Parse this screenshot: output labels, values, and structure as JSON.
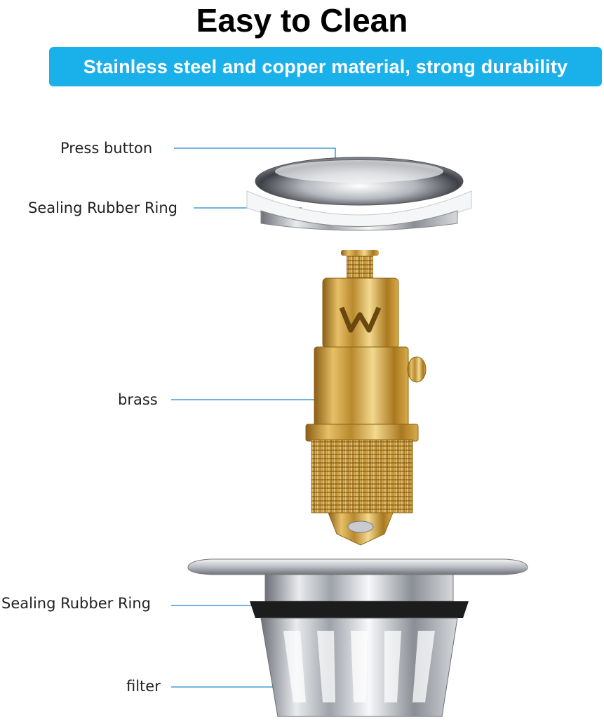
{
  "header": {
    "title": "Easy to Clean",
    "subtitle": "Stainless steel and copper material, strong durability"
  },
  "callouts": {
    "press_button": "Press button",
    "sealing_ring_top": "Sealing Rubber Ring",
    "brass": "brass",
    "sealing_ring_bottom": "Sealing Rubber Ring",
    "filter": "filter"
  },
  "colors": {
    "banner": "#1ab0ea",
    "leader_line": "#1a88cc",
    "brass": "#d7a63f",
    "chrome": "#c9cbd0",
    "seal_white": "#f4f6f7",
    "seal_black": "#1c1c1c"
  }
}
